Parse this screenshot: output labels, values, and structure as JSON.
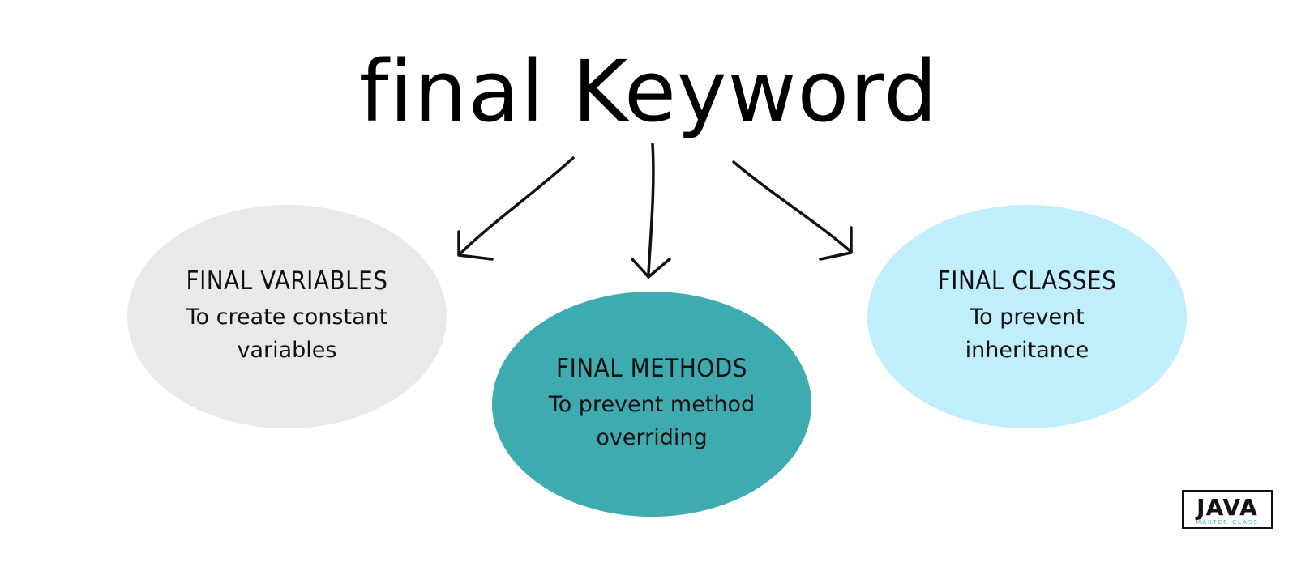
{
  "title": "final Keyword",
  "nodes": [
    {
      "id": "variables",
      "heading": "FINAL VARIABLES",
      "description": "To create constant variables",
      "color": "#e8e9eb"
    },
    {
      "id": "methods",
      "heading": "FINAL METHODS",
      "description": "To prevent method overriding",
      "color": "#3eabb0"
    },
    {
      "id": "classes",
      "heading": "FINAL CLASSES",
      "description": "To prevent inheritance",
      "color": "#c0eefc"
    }
  ],
  "logo": {
    "mark": "JAVA",
    "subtitle": "MASTER CLASS",
    "accent": "#f47b35",
    "sub_color": "#3aaed8"
  }
}
